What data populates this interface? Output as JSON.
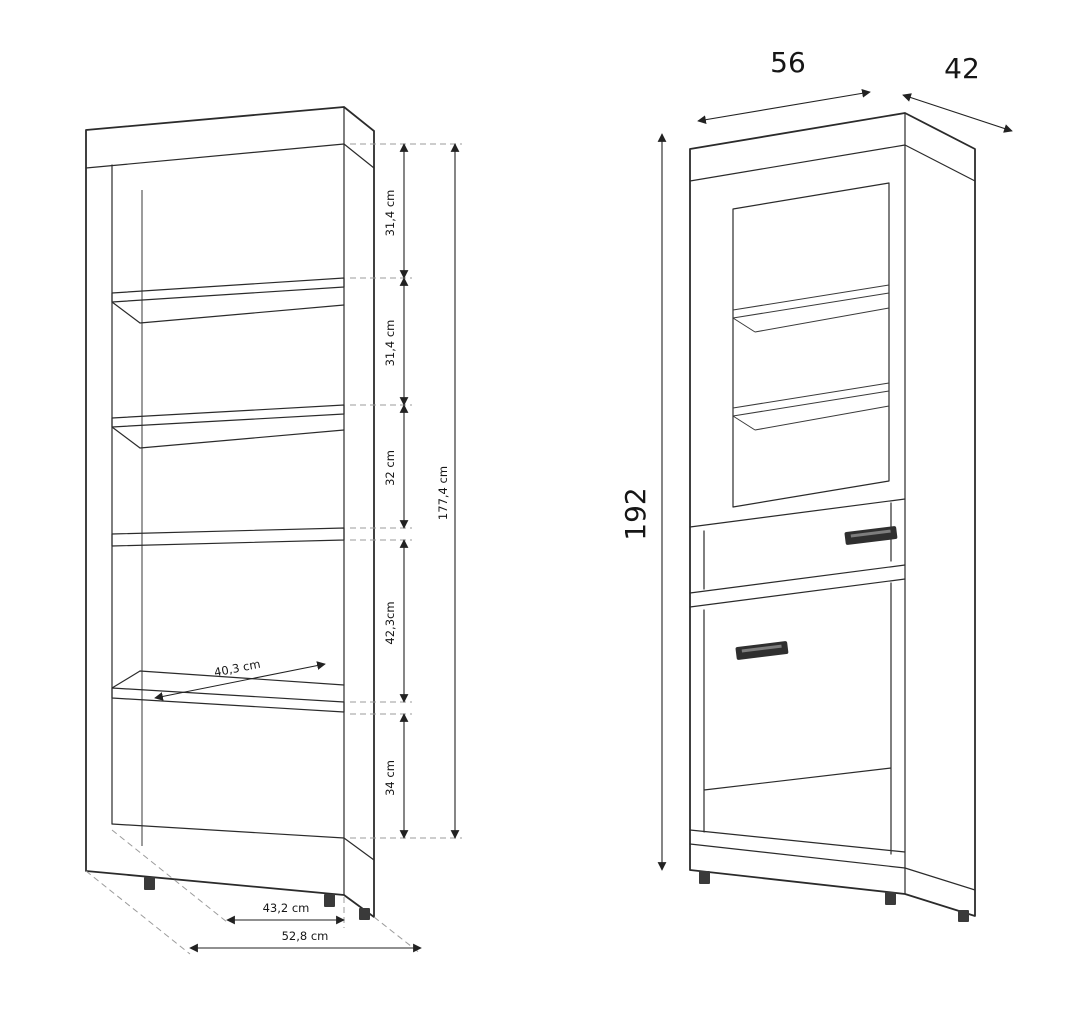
{
  "figure": {
    "kind": "furniture-dimension-diagram",
    "colors": {
      "background": "#ffffff",
      "line": "#2b2b2b",
      "dashed": "#9b9b9b",
      "text": "#161616",
      "handle": "#2f2f2f"
    }
  },
  "left_view": {
    "gap_labels": [
      "31,4 cm",
      "31,4 cm",
      "32 cm",
      "42,3cm",
      "34 cm"
    ],
    "total_height": "177,4 cm",
    "shelf_depth": "40,3 cm",
    "inner_width": "43,2 cm",
    "outer_width": "52,8 cm"
  },
  "right_view": {
    "width": "56",
    "depth": "42",
    "height": "192"
  }
}
